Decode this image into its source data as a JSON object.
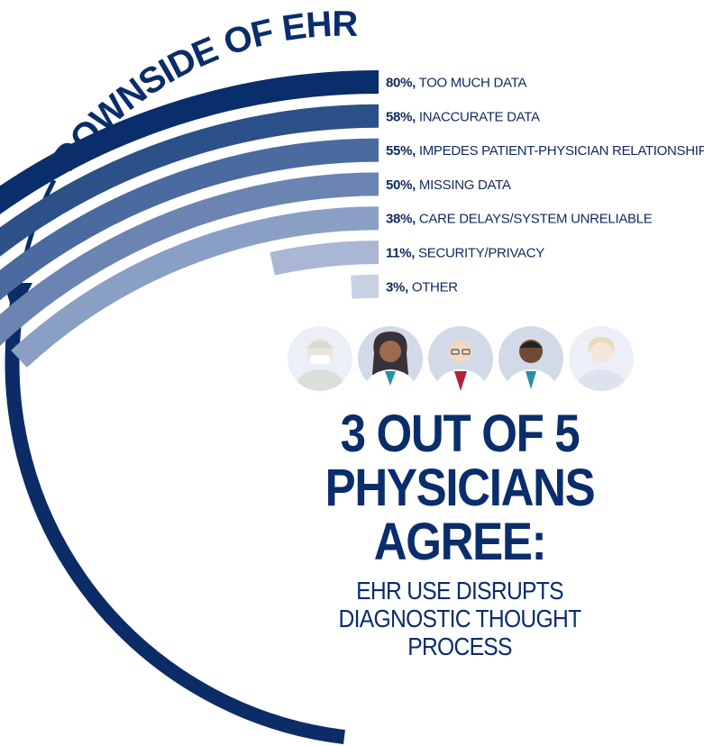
{
  "chart_data": {
    "type": "bar",
    "title": "DOWNSIDE OF EHR",
    "categories": [
      "TOO MUCH DATA",
      "INACCURATE DATA",
      "IMPEDES PATIENT-PHYSICIAN RELATIONSHIP",
      "MISSING DATA",
      "CARE DELAYS/SYSTEM UNRELIABLE",
      "SECURITY/PRIVACY",
      "OTHER"
    ],
    "values": [
      80,
      58,
      55,
      50,
      38,
      11,
      3
    ],
    "value_labels": [
      "80%,",
      "58%,",
      "55%,",
      "50%,",
      "38%,",
      "11%,",
      "3%,"
    ],
    "colors": [
      "#0a2d6b",
      "#2c5189",
      "#4b6a9f",
      "#6b84b1",
      "#8a9fc4",
      "#a9b7d4",
      "#c8d1e4"
    ]
  },
  "headline": {
    "line1": "3 OUT OF 5",
    "line2": "PHYSICIANS",
    "line3": "AGREE:",
    "sub1": "EHR USE DISRUPTS",
    "sub2": "DIAGNOSTIC THOUGHT",
    "sub3": "PROCESS"
  },
  "people": {
    "icons": [
      "surgeon-icon",
      "female-doctor-icon",
      "bald-doctor-icon",
      "male-doctor-icon",
      "nurse-icon"
    ],
    "avatar_bg": [
      "#eceff5",
      "#d2d9e7",
      "#d2d9e7",
      "#d2d9e7",
      "#eceff5"
    ]
  },
  "colors": {
    "navy": "#0a2d6b",
    "ring": "#0b2c66"
  }
}
